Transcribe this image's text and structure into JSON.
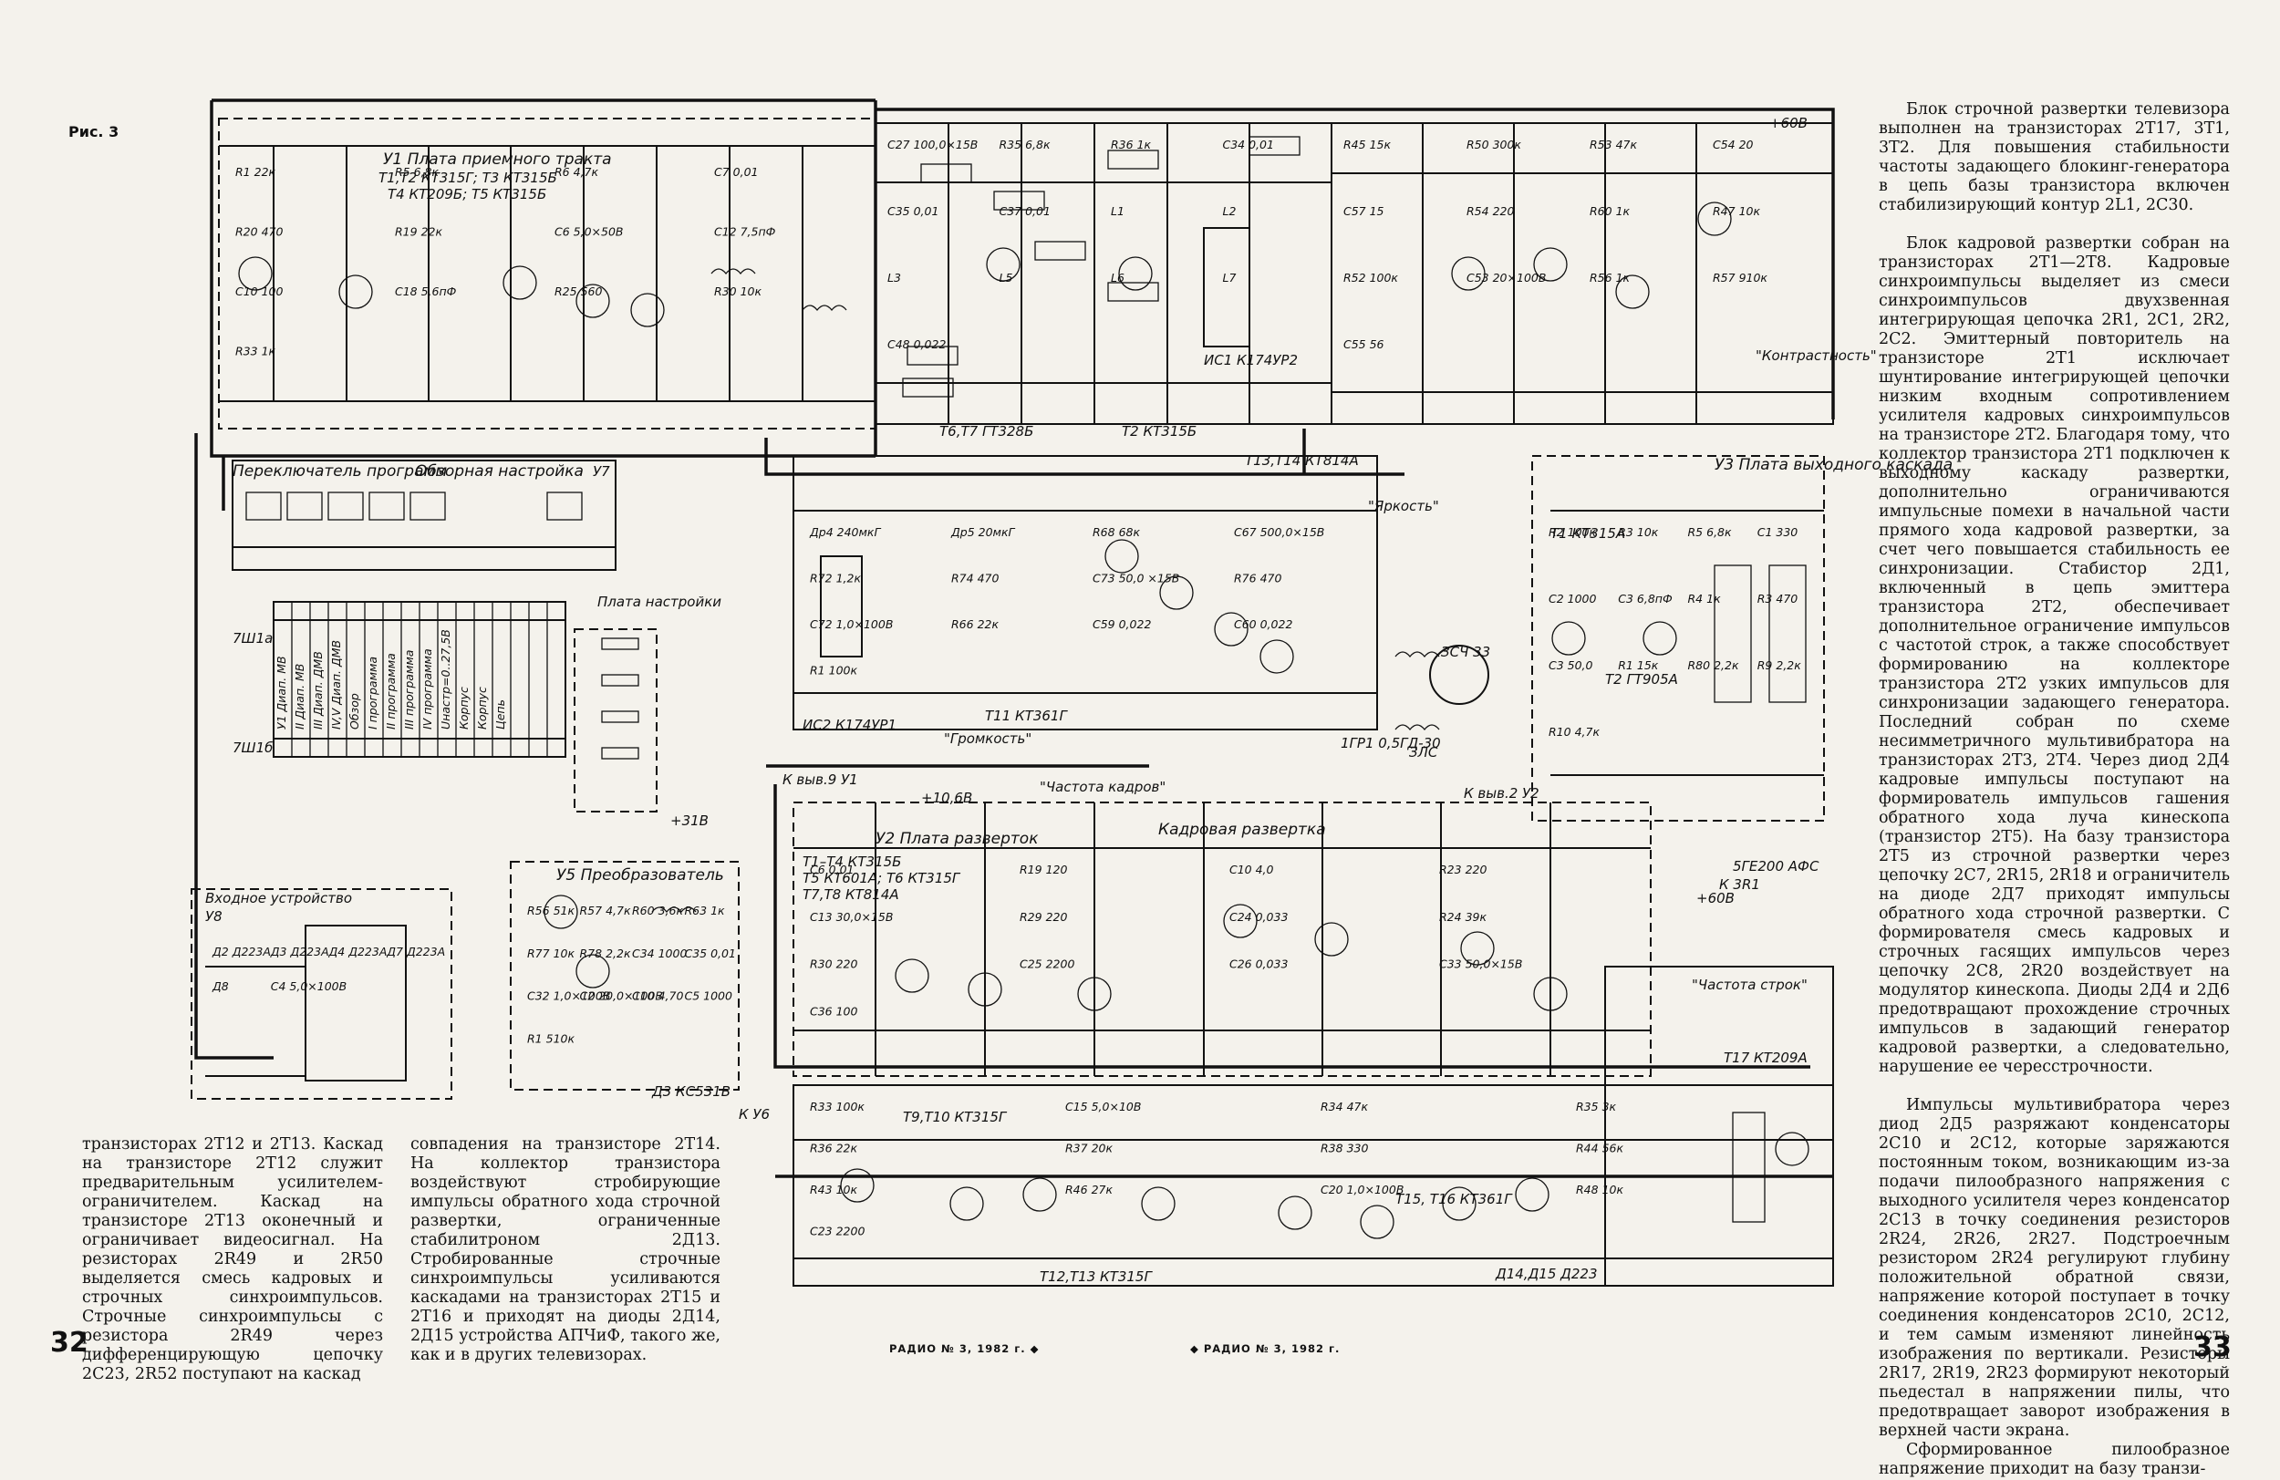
{
  "figure": {
    "label": "Рис. 3",
    "boards": {
      "u1_title": "У1 Плата приемного тракта",
      "u1_transistors_a": "Т1,Т2 КТ315Г; Т3 КТ315Б",
      "u1_transistors_b": "Т4 КТ209Б; Т5 КТ315Б",
      "u7_title": "У7",
      "program_switch": "Переключатель программ",
      "review_tuning": "Обзорная настройка",
      "tuning_board": "Плата настройки",
      "input_device": "Входное устройство",
      "u8": "У8",
      "u5_title": "У5 Преобразователь",
      "u2_title": "У2 Плата разверток",
      "u2_transistors_a": "Т1–Т4 КТ315Б",
      "u2_transistors_b": "Т5 КТ601А; Т6 КТ315Г",
      "u2_transistors_c": "Т7,Т8 КТ814А",
      "frame_scan": "Кадровая развертка",
      "u3_title": "У3 Плата выходного каскада",
      "ic1": "ИС1 К174УР2",
      "ic2": "ИС2 К174УР1",
      "t6t7": "Т6,Т7 ГТ328Б",
      "t2": "Т2 КТ315Б",
      "t11": "Т11 КТ361Г",
      "t13t14": "Т13,Т14 КТ814А",
      "t1_u3": "Т1 КТ315А",
      "t2_u3": "Т2 ГТ905А",
      "t17": "Т17 КТ209А",
      "t15t16": "Т15, Т16 КТ361Г",
      "t12t13": "Т12,Т13 КТ315Г",
      "t9": "Т9,Т10 КТ315Г",
      "d3": "Д3 КС531В",
      "afc": "5ГЕ200 АФС",
      "ddiodes": "Д14,Д15 Д223",
      "tube": "ЗЛС",
      "gr1": "1ГР1 0,5ГД-30",
      "ztr": "ЗСЧ 33"
    },
    "controls": {
      "frame_freq": "\"Частота кадров\"",
      "volume": "\"Громкость\"",
      "line_freq": "\"Частота строк\"",
      "brightness": "\"Яркость\"",
      "contrast": "\"Контрастность\""
    },
    "connector_labels": [
      "7Ш1а",
      "7Ш1б",
      "У1 Диап. МВ",
      "II Диап. МВ",
      "III Диап. ДМВ",
      "IV,V Диап. ДМВ",
      "Обзор",
      "I программа",
      "II программа",
      "III программа",
      "IV программа",
      "Uнастр=0..27,5В",
      "Корпус",
      "Корпус",
      "Цепь"
    ],
    "bus_labels": [
      "+60В",
      "+31В",
      "+60В",
      "+10,6В",
      "К 3R1",
      "К выв.9 У1",
      "К выв.2 У2",
      "К У6"
    ],
    "sample_parts": [
      "R1 22к",
      "R5 6,8к",
      "R6 4,7к",
      "C7 0,01",
      "R20 470",
      "R19 22к",
      "C6 5,0×50В",
      "C12 7,5пФ",
      "C10 100",
      "C18 5,6пФ",
      "R25 560",
      "R30 10к",
      "R33 1к",
      "C27 100,0×15В",
      "R35 6,8к",
      "R36 1к",
      "C34 0,01",
      "C35 0,01",
      "C37 0,01",
      "L1",
      "L2",
      "L3",
      "L5",
      "L6",
      "L7",
      "C48 0,022",
      "R45 15к",
      "R50 300к",
      "R53 47к",
      "C54 20",
      "C57 15",
      "R54 220",
      "R60 1к",
      "R47 10к",
      "R52 100к",
      "C53 20×100В",
      "R56 1к",
      "R57 910к",
      "C55 56",
      "Др4 240мкГ",
      "Др5 20мкГ",
      "R68 68к",
      "C67 500,0×15В",
      "R72 1,2к",
      "R74 470",
      "C73 50,0 ×15В",
      "R76 470",
      "C72 1,0×100В",
      "R66 22к",
      "C59 0,022",
      "C60 0,022",
      "R1 100к",
      "R2 100к",
      "R3 10к",
      "R5 6,8к",
      "C1 330",
      "C2 1000",
      "C3 6,8пФ",
      "R4 1к",
      "R3 470",
      "C3 50,0",
      "R1 15к",
      "R80 2,2к",
      "R9 2,2к",
      "R10 4,7к",
      "C6 0,01",
      "R19 120",
      "C10 4,0",
      "R23 220",
      "C13 30,0×15В",
      "R29 220",
      "C24 0,033",
      "R24 39к",
      "R30 220",
      "C25 2200",
      "C26 0,033",
      "C33 50,0×15В",
      "C36 100",
      "R33 100к",
      "C15 5,0×10В",
      "R34 47к",
      "R35 3к",
      "R36 22к",
      "R37 20к",
      "R38 330",
      "R44 56к",
      "R43 10к",
      "R46 27к",
      "C20 1,0×100В",
      "R48 10к",
      "C23 2200",
      "R56 51к",
      "R57 4,7к",
      "R60 3,6к",
      "R63 1к",
      "R77 10к",
      "R78 2,2к",
      "C34 1000",
      "C35 0,01",
      "C32 1,0×100В",
      "C2 20,0×100В",
      "C10 4,70",
      "C5 1000",
      "R1 510к",
      "Д2 Д223А",
      "Д3 Д223А",
      "Д4 Д223А",
      "Д7 Д223А",
      "Д8",
      "C4 5,0×100В"
    ]
  },
  "left_column": {
    "text": "транзисторах 2Т12 и 2Т13. Каскад на транзисторе 2Т12 служит предварительным усилителем-ограничителем. Каскад на транзисторе 2Т13 оконечный и ограничивает видеосигнал. На резисторах 2R49 и 2R50 выделяется смесь кадровых и строчных синхроимпульсов. Строчные синхроимпульсы с резистора 2R49 через дифференцирующую цепочку 2С23, 2R52 поступают на каскад"
  },
  "middle_column": {
    "text": "совпадения на транзисторе 2Т14. На коллектор транзистора воздействуют стробирующие импульсы обратного хода строчной развертки, ограниченные стабилитроном 2Д13. Стробированные строчные синхроимпульсы усиливаются каскадами на транзисторах 2Т15 и 2Т16 и приходят на диоды 2Д14, 2Д15 устройства АПЧиФ, такого же, как и в других телевизорах."
  },
  "right_column": {
    "p1": "Блок строчной развертки телевизора выполнен на транзисторах 2Т17, 3Т1, 3Т2. Для повышения стабильности частоты задающего блокинг-генератора в цепь базы транзистора включен стабилизирующий контур 2L1, 2С30.",
    "p2": "Блок кадровой развертки собран на транзисторах 2Т1—2Т8. Кадровые синхроимпульсы выделяет из смеси синхроимпульсов двухзвенная интегрирующая цепочка 2R1, 2С1, 2R2, 2С2. Эмиттерный повторитель на транзисторе 2Т1 исключает шунтирование интегрирующей цепочки низким входным сопротивлением усилителя кадровых синхроимпульсов на транзисторе 2Т2. Благодаря тому, что коллектор транзистора 2Т1 подключен к выходному каскаду развертки, дополнительно ограничиваются импульсные помехи в начальной части прямого хода кадровой развертки, за счет чего повышается стабильность ее синхронизации. Стабистор 2Д1, включенный в цепь эмиттера транзистора 2Т2, обеспечивает дополнительное ограничение импульсов с частотой строк, а также способствует формированию на коллекторе транзистора 2Т2 узких импульсов для синхронизации задающего генератора. Последний собран по схеме несимметричного мультивибратора на транзисторах 2Т3, 2Т4. Через диод 2Д4 кадровые импульсы поступают на формирователь импульсов гашения обратного хода луча кинескопа (транзистор 2Т5). На базу транзистора 2Т5 из строчной развертки через цепочку 2С7, 2R15, 2R18 и ограничитель на диоде 2Д7 приходят импульсы обратного хода строчной развертки. С формирователя смесь кадровых и строчных гасящих импульсов через цепочку 2С8, 2R20 воздействует на модулятор кинескопа. Диоды 2Д4 и 2Д6 предотвращают прохождение строчных импульсов в задающий генератор кадровой развертки, а следовательно, нарушение ее чересстрочности.",
    "p3": "Импульсы мультивибратора через диод 2Д5 разряжают конденсаторы 2С10 и 2С12, которые заряжаются постоянным током, возникающим из-за подачи пилообразного напряжения с выходного усилителя через конденсатор 2С13 в точку соединения резисторов 2R24, 2R26, 2R27. Подстроечным резистором 2R24 регулируют глубину положительной обратной связи, напряжение которой поступает в точку соединения конденсаторов 2С10, 2С12, и тем самым изменяют линейность изображения по вертикали. Резисторы 2R17, 2R19, 2R23 формируют некоторый пьедестал в напряжении пилы, что предотвращает заворот изображения в верхней части экрана.",
    "p4": "Сформированное пилообразное напряжение приходит на базу транзи-"
  },
  "footer": {
    "page_left": "32",
    "page_right": "33",
    "journal_left": "РАДИО № 3, 1982 г. ◆",
    "journal_right": "◆ РАДИО № 3, 1982 г."
  }
}
